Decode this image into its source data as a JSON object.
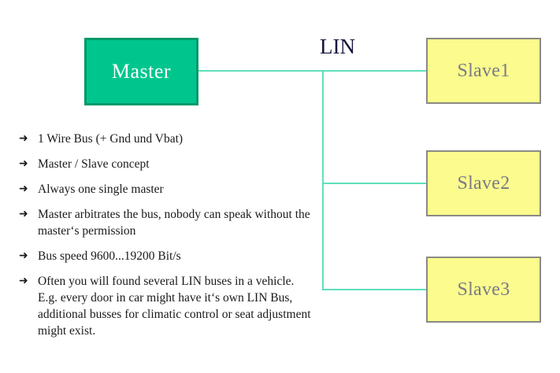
{
  "diagram": {
    "title_label": "LIN",
    "bullet_marker": "➜",
    "colors": {
      "master_fill": "#00c68e",
      "master_border": "#009a69",
      "master_text": "#ffffff",
      "slave_fill": "#fbfb8e",
      "slave_border": "#8a8a84",
      "slave_text": "#7a7a86",
      "bus_line": "#5fe0bb",
      "lin_label_text": "#14143c",
      "body_text": "#1a1a1a",
      "background": "#ffffff"
    },
    "nodes": [
      {
        "id": "master",
        "label": "Master",
        "role": "master"
      },
      {
        "id": "slave1",
        "label": "Slave1",
        "role": "slave"
      },
      {
        "id": "slave2",
        "label": "Slave2",
        "role": "slave"
      },
      {
        "id": "slave3",
        "label": "Slave3",
        "role": "slave"
      }
    ]
  },
  "bullets": [
    {
      "text": "1 Wire Bus (+ Gnd und Vbat)"
    },
    {
      "text": "Master / Slave concept"
    },
    {
      "text": "Always one single master"
    },
    {
      "text": "Master arbitrates the bus, nobody can speak without the master‘s permission"
    },
    {
      "text": "Bus speed 9600...19200 Bit/s"
    },
    {
      "text": "Often you will found several LIN buses in a vehicle. E.g. every door in car might have it‘s own LIN Bus, additional busses for climatic control or seat adjustment might exist."
    }
  ]
}
